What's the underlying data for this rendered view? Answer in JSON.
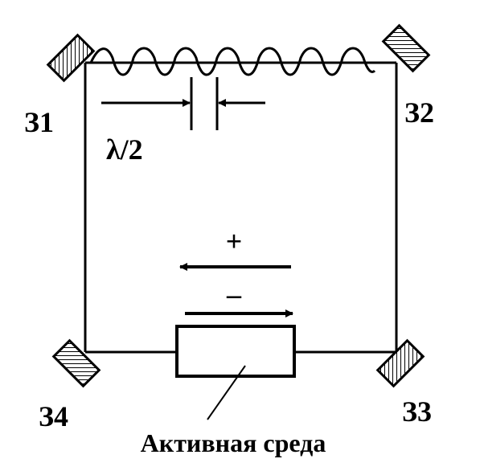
{
  "diagram": {
    "mirror_labels": {
      "m1": "З1",
      "m2": "З2",
      "m3": "З3",
      "m4": "З4"
    },
    "wavelength_label": "λ/2",
    "direction_plus": "+",
    "direction_minus": "–",
    "medium_label": "Активная среда",
    "colors": {
      "ink": "#000000",
      "background": "#ffffff"
    }
  }
}
